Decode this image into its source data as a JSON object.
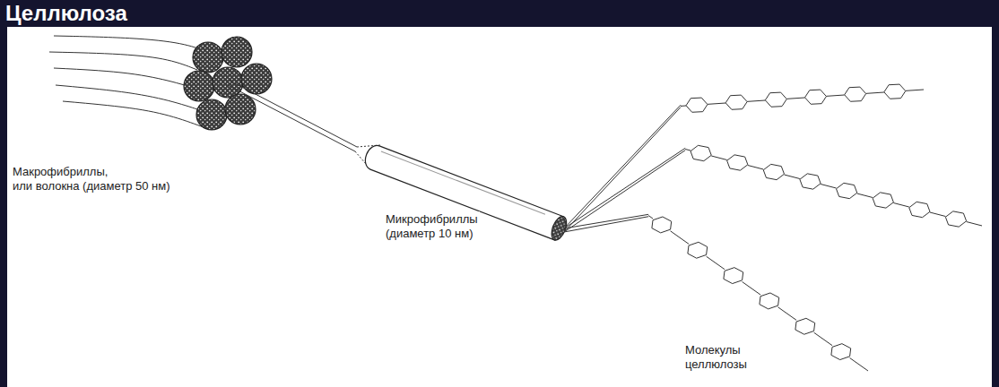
{
  "diagram": {
    "title": "Целлюлоза",
    "labels": [
      "Макрофибриллы, или волокна (диаметр 50 нм)",
      "Микрофибриллы (диаметр 10 нм)",
      "Молекулы целлюлозы"
    ]
  }
}
